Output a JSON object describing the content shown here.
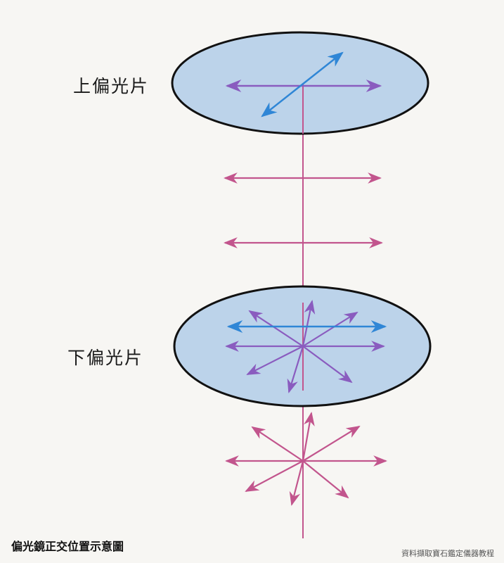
{
  "labels": {
    "upper_polarizer": "上偏光片",
    "lower_polarizer": "下偏光片"
  },
  "caption": "偏光鏡正交位置示意圖",
  "credit": "資料擷取寶石鑑定儀器教程",
  "colors": {
    "background": "#f7f6f3",
    "disc_fill": "#bcd3ea",
    "disc_stroke": "#111111",
    "light_ray": "#c2558d",
    "polarized_violet": "#8a5cbf",
    "polarizer_direction_blue": "#2f86d6"
  }
}
